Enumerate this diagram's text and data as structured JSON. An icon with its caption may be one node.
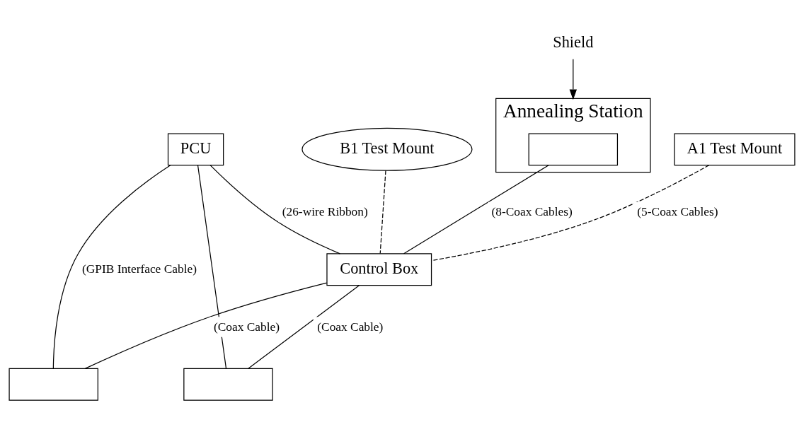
{
  "diagram": {
    "nodes": [
      {
        "text": [
          "A1 Test Mount"
        ]
      },
      {
        "text": [
          "B1 Test Mount"
        ]
      },
      {
        "text": [
          "Annealing Station"
        ]
      },
      {
        "text": [],
        "shape": "box",
        "in": 2
      },
      {
        "text": [
          "Shield"
        ]
      },
      {
        "text": [
          "PCU"
        ]
      },
      {
        "text": [
          "Control Box"
        ]
      },
      {
        "text": [],
        "shape": "box"
      },
      {
        "text": [],
        "shape": "box"
      }
    ],
    "edges": [
      {
        "from": 0,
        "to": 6,
        "arrow": "none",
        "style": "dashed",
        "label": "(5-Coax Cables)"
      },
      {
        "from": 1,
        "to": 6,
        "arrow": "none",
        "style": "dashed"
      },
      {
        "from": 3,
        "to": 6,
        "arrow": "none",
        "label": "(8-Coax Cables)"
      },
      {
        "from": 4,
        "to": 2,
        "arrow": "to"
      },
      {
        "from": 5,
        "to": 6,
        "arrow": "none",
        "label": "(26-wire Ribbon)"
      },
      {
        "from": 6,
        "to": 8,
        "arrow": "none",
        "label": "(Coax Cable)"
      },
      {
        "from": 6,
        "to": 7,
        "arrow": "none",
        "label": "(Coax Cable)"
      },
      {
        "from": 5,
        "to": 7,
        "arrow": "none",
        "label": "(GPIB Interface Cable)"
      },
      {
        "from": 5,
        "to": 8,
        "arrow": "none"
      }
    ]
  }
}
